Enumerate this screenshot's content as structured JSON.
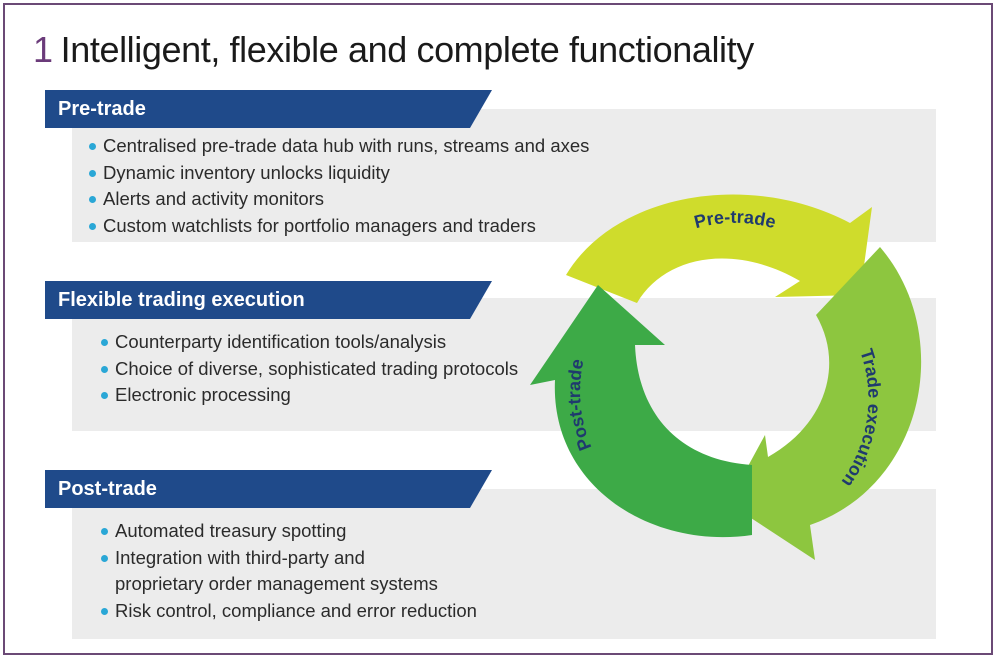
{
  "title": {
    "number": "1",
    "text": "Intelligent, flexible and complete functionality"
  },
  "sections": [
    {
      "heading": "Pre-trade",
      "items": [
        "Centralised pre-trade data hub with runs, streams and axes",
        "Dynamic inventory unlocks liquidity",
        "Alerts and activity monitors",
        "Custom watchlists for portfolio managers and traders"
      ]
    },
    {
      "heading": "Flexible trading execution",
      "items": [
        "Counterparty identification tools/analysis",
        "Choice of diverse, sophisticated trading protocols",
        "Electronic processing"
      ]
    },
    {
      "heading": "Post-trade",
      "items": [
        "Automated treasury spotting",
        "Integration with third-party and",
        "Risk control, compliance and error reduction"
      ],
      "continuation": "proprietary order management systems"
    }
  ],
  "cycle": {
    "labels": {
      "top": "Pre-trade",
      "right": "Trade execution",
      "left": "Post-trade"
    },
    "colors": {
      "top": "#cfdc2c",
      "right": "#8dc63f",
      "left": "#3daa47",
      "bar": "#1f4a8a",
      "bullet": "#2aa7d6",
      "label": "#1f3a6e"
    }
  }
}
